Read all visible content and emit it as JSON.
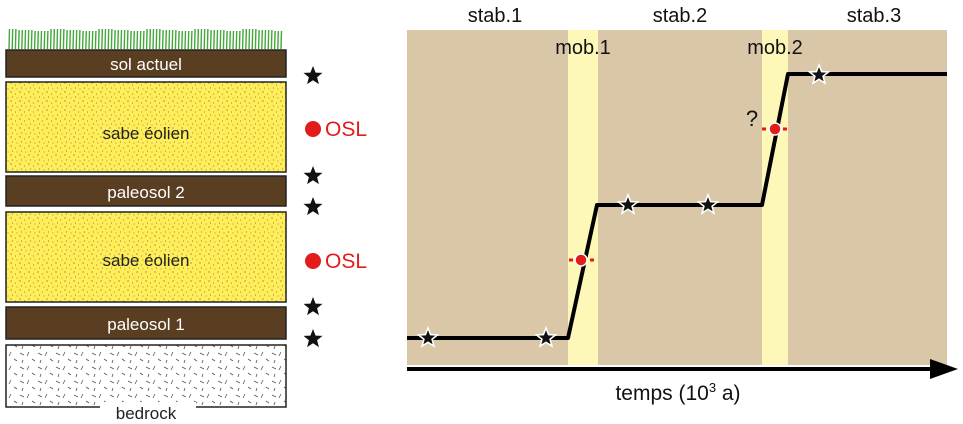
{
  "column": {
    "layers": [
      {
        "id": "sol",
        "label": "sol actuel",
        "type": "soil"
      },
      {
        "id": "eol2",
        "label": "sabe éolien",
        "type": "sand"
      },
      {
        "id": "paleo2",
        "label": "paleosol 2",
        "type": "soil"
      },
      {
        "id": "eol1",
        "label": "sabe éolien",
        "type": "sand"
      },
      {
        "id": "paleo1",
        "label": "paleosol 1",
        "type": "soil"
      },
      {
        "id": "rock",
        "label": "bedrock",
        "type": "bedrock"
      }
    ],
    "osl_label": "OSL"
  },
  "timeline": {
    "phases": [
      "stab.1",
      "mob.1",
      "stab.2",
      "mob.2",
      "stab.3"
    ],
    "question_mark": "?",
    "axis_label": "temps (10",
    "axis_exp": "3",
    "axis_unit": " a)"
  },
  "colors": {
    "soil": "#5a3e22",
    "sand": "#ffee5a",
    "panel": "#d9c7a8",
    "mobilisation": "#fdf7b8",
    "osl": "#e21b1b",
    "grass": "#44a63c"
  },
  "icons": {
    "dating_marker": "star-icon",
    "osl_marker": "osl-dot-icon"
  }
}
